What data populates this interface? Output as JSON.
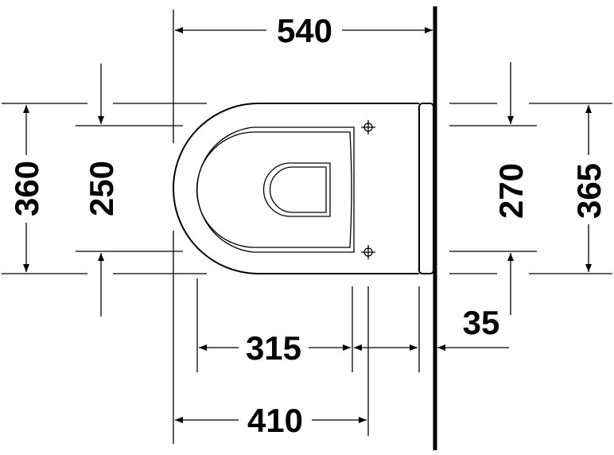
{
  "dimensions": {
    "overall_length": "540",
    "overall_width": "360",
    "seat_fixing_width": "250",
    "rear_width_inner": "270",
    "rear_width_outer": "365",
    "front_to_fixing": "315",
    "front_to_drain": "410",
    "wall_offset": "35"
  },
  "colors": {
    "line": "#000000",
    "background": "#ffffff"
  }
}
